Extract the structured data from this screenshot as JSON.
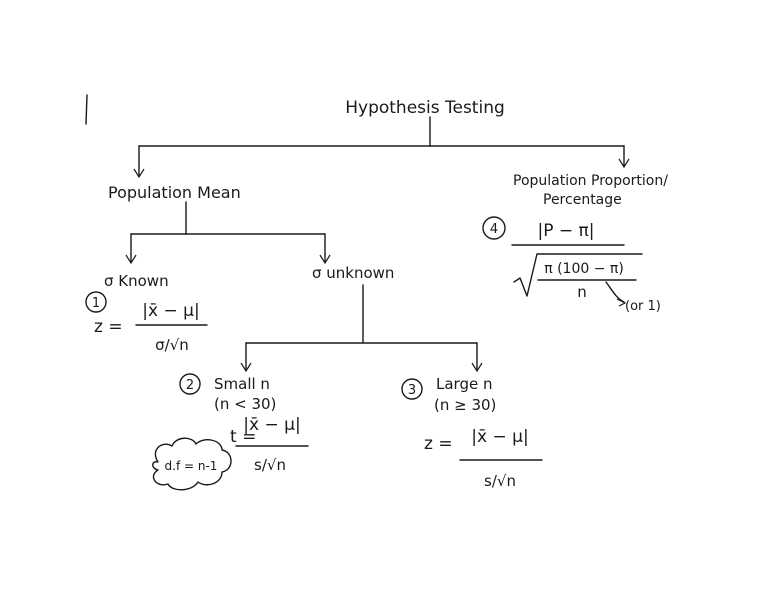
{
  "root": {
    "title": "Hypothesis Testing"
  },
  "left": {
    "title": "Population Mean",
    "known": {
      "label": "σ Known",
      "number": "1",
      "formula_prefix": "z =",
      "numerator": "|x̄ − μ|",
      "denominator": "σ/√n"
    },
    "unknown": {
      "label": "σ unknown",
      "small": {
        "number": "2",
        "label": "Small n",
        "condition": "(n < 30)",
        "formula_prefix": "t =",
        "numerator": "|x̄ − μ|",
        "denominator": "s/√n",
        "note": "d.f = n-1"
      },
      "large": {
        "number": "3",
        "label": "Large n",
        "condition": "(n ≥ 30)",
        "formula_prefix": "z =",
        "numerator": "|x̄ − μ|",
        "denominator": "s/√n"
      }
    }
  },
  "right": {
    "title_line1": "Population Proportion/",
    "title_line2": "Percentage",
    "number": "4",
    "numerator": "|P − π|",
    "denominator_top": "π (100 − π)",
    "denominator_bottom": "n",
    "note": "(or 1)"
  }
}
